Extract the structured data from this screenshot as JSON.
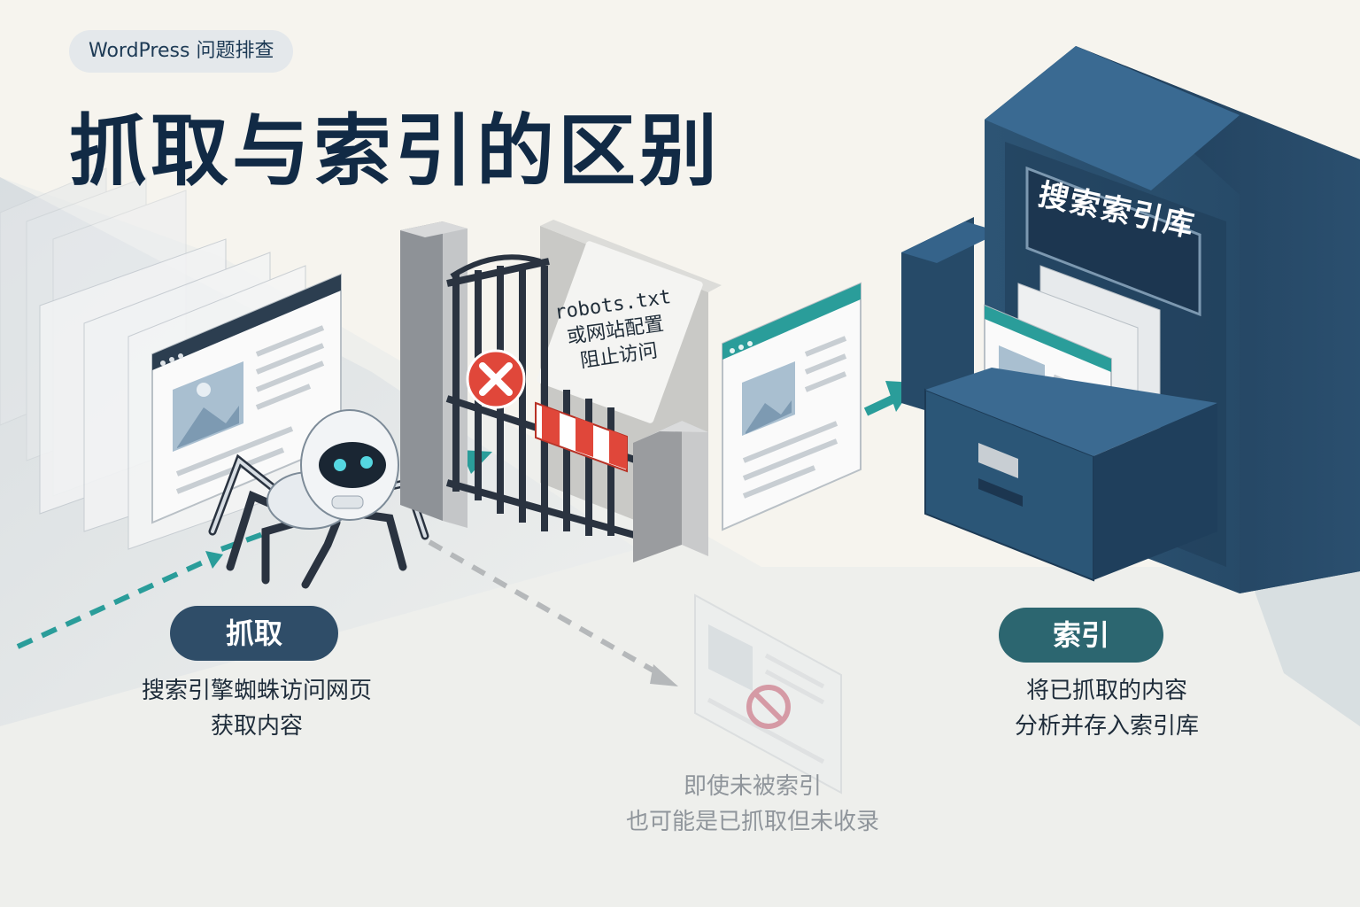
{
  "header": {
    "badge": "WordPress 问题排查",
    "title": "抓取与索引的区别"
  },
  "crawl": {
    "label": "抓取",
    "desc_line1": "搜索引擎蜘蛛访问网页",
    "desc_line2": "获取内容"
  },
  "gate": {
    "sign_line1": "robots.txt",
    "sign_line2": "或网站配置",
    "sign_line3": "阻止访问"
  },
  "index": {
    "cabinet_label": "搜索索引库",
    "label": "索引",
    "desc_line1": "将已抓取的内容",
    "desc_line2": "分析并存入索引库"
  },
  "note": {
    "line1": "即使未被索引",
    "line2": "也可能是已抓取但未收录"
  },
  "colors": {
    "navy": "#112a45",
    "teal": "#2a9d9a",
    "block_red": "#e0473a",
    "cabinet": "#2f5676",
    "gray_arrow": "#b5b8ba"
  },
  "icons": [
    "spider-robot-icon",
    "browser-page-icon",
    "image-icon",
    "close-icon",
    "prohibited-icon",
    "arrow-icon",
    "file-cabinet-icon"
  ]
}
